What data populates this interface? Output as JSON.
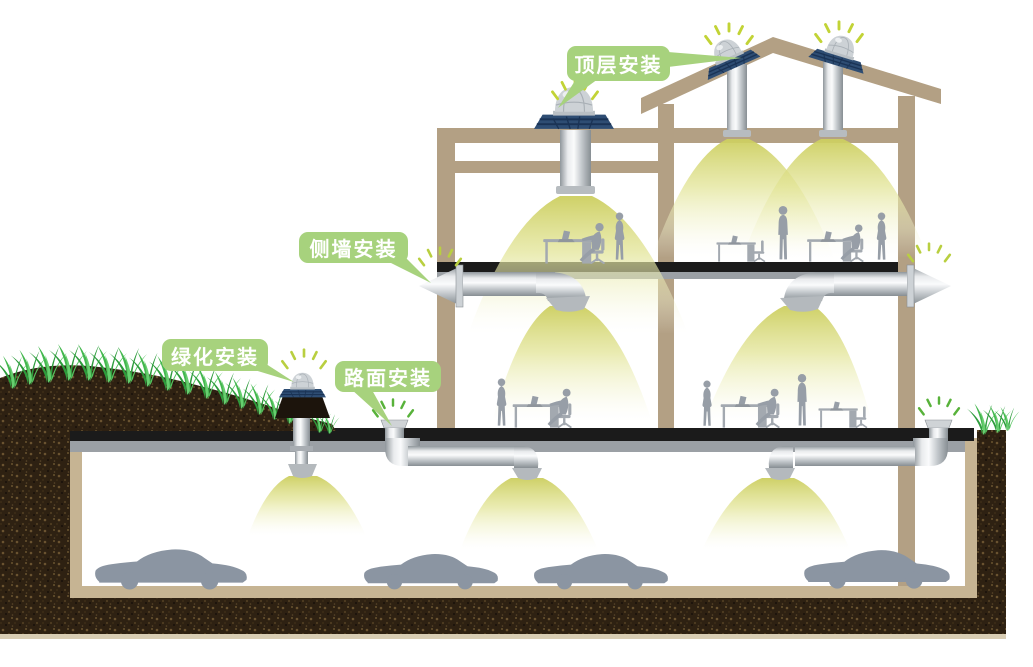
{
  "diagram": {
    "labels": {
      "top_install": "顶层安装",
      "side_wall_install": "侧墙安装",
      "greening_install": "绿化安装",
      "road_install": "路面安装"
    },
    "palette": {
      "label_green": "#a7d27d",
      "structure_tan": "#b3a084",
      "garage_tan": "#c6b493",
      "soil_brown": "#2e2112",
      "light_beam_yellow": "#d8da7e",
      "grass_green": "#3fae4b",
      "metal_silver": "#d9dcde",
      "dome_flange_blue": "#2e4d73",
      "dome_gray": "#cdd2d6",
      "figure_gray": "#979ea7",
      "car_gray": "#8b95a2",
      "slab_black": "#1b1b1b",
      "sparkle_yellow_green": "#c2d336",
      "sparkle_green": "#58b23a"
    },
    "counts": {
      "roof_domes": 3,
      "ground_domes": 1,
      "wall_collectors": 2,
      "road_collectors": 2,
      "light_beams": 8,
      "cars": 4
    }
  }
}
